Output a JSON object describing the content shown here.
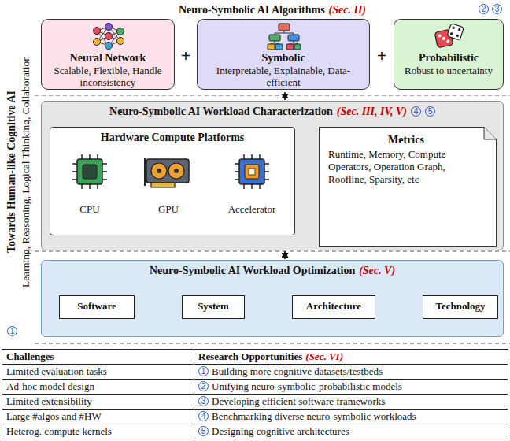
{
  "diagram": {
    "nodes": [
      {
        "text": [
          "Neuro-Symbolic AI Algorithms",
          "(Sec. II)"
        ]
      },
      {
        "text": [
          "Neural Network",
          "Scalable, Flexible, Handle inconsistency"
        ],
        "in": 0
      },
      {
        "text": [
          "Symbolic",
          "Interpretable, Explainable, Data-efficient"
        ],
        "in": 0
      },
      {
        "text": [
          "Probabilistic",
          "Robust to uncertainty"
        ],
        "in": 0
      },
      {
        "text": [
          "Neuro-Symbolic AI Workload Characterization",
          "(Sec. III, IV, V)"
        ]
      },
      {
        "text": [
          "Hardware Compute Platforms"
        ],
        "in": 4
      },
      {
        "text": [
          "Metrics",
          "Runtime, Memory, Compute Operators, Operation Graph, Roofline, Sparsity, etc"
        ],
        "in": 4
      },
      {
        "text": [
          "Neuro-Symbolic AI Workload Optimization",
          "(Sec. V)"
        ]
      },
      {
        "text": [
          "Software"
        ],
        "in": 7
      },
      {
        "text": [
          "System"
        ],
        "in": 7
      },
      {
        "text": [
          "Architecture"
        ],
        "in": 7
      },
      {
        "text": [
          "Technology"
        ],
        "in": 7
      }
    ],
    "edges": [
      {
        "from": 0,
        "to": 4,
        "arrow": "both"
      },
      {
        "from": 5,
        "to": 6,
        "arrow": "both"
      },
      {
        "from": 4,
        "to": 7,
        "arrow": "both"
      },
      {
        "from": 8,
        "to": 9,
        "arrow": "both"
      },
      {
        "from": 9,
        "to": 10,
        "arrow": "both"
      },
      {
        "from": 10,
        "to": 11,
        "arrow": "both"
      }
    ],
    "labels": [
      "Towards Human-like Cognitive AI",
      "Learning, Reasoning, Logical Thinking, Collaboration",
      "1",
      "2",
      "3",
      "+",
      "+",
      "4",
      "5",
      "CPU",
      "GPU",
      "Accelerator",
      "Challenges",
      "Research Opportunities",
      "(Sec. VI)",
      "Limited evaluation tasks",
      "1",
      "Building more cognitive datasets/testbeds",
      "Ad-hoc model design",
      "2",
      "Unifying neuro-symbolic-probabilistic models",
      "Limited extensibility",
      "3",
      "Developing efficient software frameworks",
      "Large #algos and #HW",
      "4",
      "Benchmarking diverse neuro-symbolic workloads",
      "Heterog. compute kernels",
      "5",
      "Designing cognitive architectures"
    ]
  }
}
